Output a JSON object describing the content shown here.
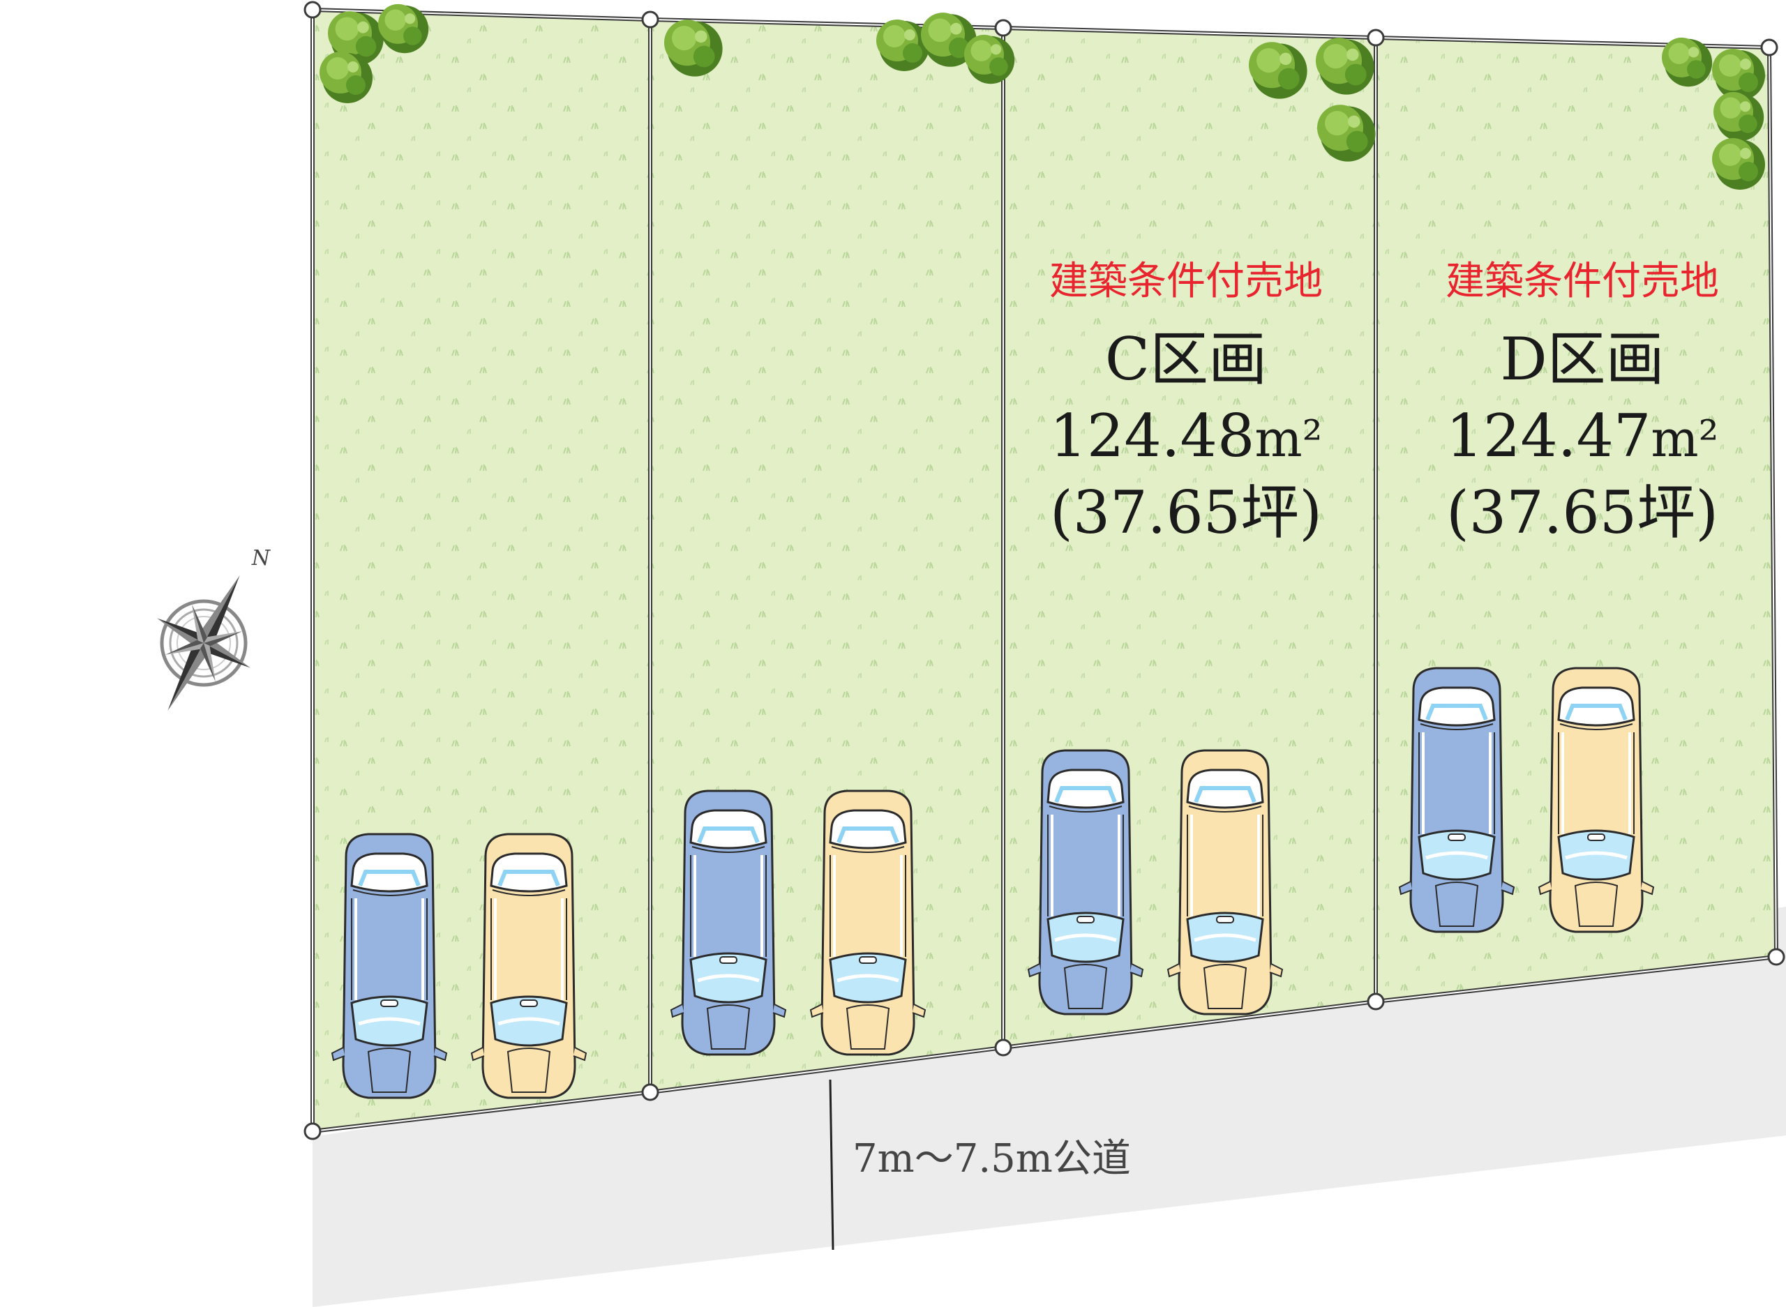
{
  "colors": {
    "lot_fill": "#e3efc7",
    "lot_border": "#3a3a3a",
    "road_fill": "#ececec",
    "tree_green": "#7fb33c",
    "tree_dark": "#4c7f22",
    "car_blue": "#97b3e0",
    "car_yellow": "#fbe3b0",
    "condition_red": "#e8242f"
  },
  "lots": [
    {
      "id": "A",
      "condition": "",
      "name": "",
      "area": "",
      "area_unit": "",
      "tsubo": ""
    },
    {
      "id": "B",
      "condition": "",
      "name": "",
      "area": "",
      "area_unit": "",
      "tsubo": ""
    },
    {
      "id": "C",
      "condition": "建築条件付売地",
      "name": "C区画",
      "area": "124.48",
      "area_unit": "m²",
      "tsubo": "(37.65坪)"
    },
    {
      "id": "D",
      "condition": "建築条件付売地",
      "name": "D区画",
      "area": "124.47",
      "area_unit": "m²",
      "tsubo": "(37.65坪)"
    }
  ],
  "road": {
    "label": "7m〜7.5m公道"
  },
  "compass": {
    "north_label": "N",
    "icon": "compass-rose-icon"
  },
  "icons": [
    "tree-icon",
    "car-icon",
    "compass-rose-icon"
  ]
}
